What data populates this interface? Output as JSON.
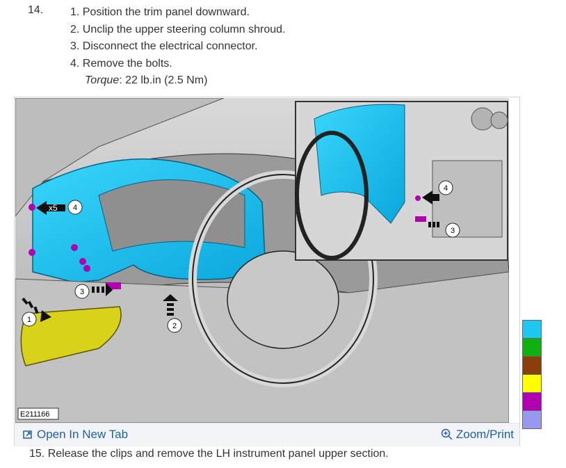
{
  "step": {
    "number": "14.",
    "substeps": [
      "1. Position the trim panel downward.",
      "2. Unclip the upper steering column shroud.",
      "3. Disconnect the electrical connector.",
      "4. Remove the bolts."
    ],
    "torque_label": "Torque",
    "torque_value": ": 22 lb.in (2.5 Nm)"
  },
  "figure": {
    "image_id": "E211166",
    "callouts": [
      "1",
      "2",
      "3",
      "4"
    ],
    "quantity_label": "x5",
    "inset_callouts": [
      "4",
      "3"
    ],
    "open_tab_label": "Open In New Tab",
    "zoom_label": "Zoom/Print",
    "icons": {
      "open_tab": "external-window-icon",
      "zoom": "magnifier-plus-icon"
    }
  },
  "legend": {
    "colors": [
      "#1ec8f0",
      "#10b010",
      "#8b3d07",
      "#ffff00",
      "#b000b0",
      "#9999ee"
    ]
  },
  "next_step": "15. Release the clips and remove the LH instrument panel upper section."
}
